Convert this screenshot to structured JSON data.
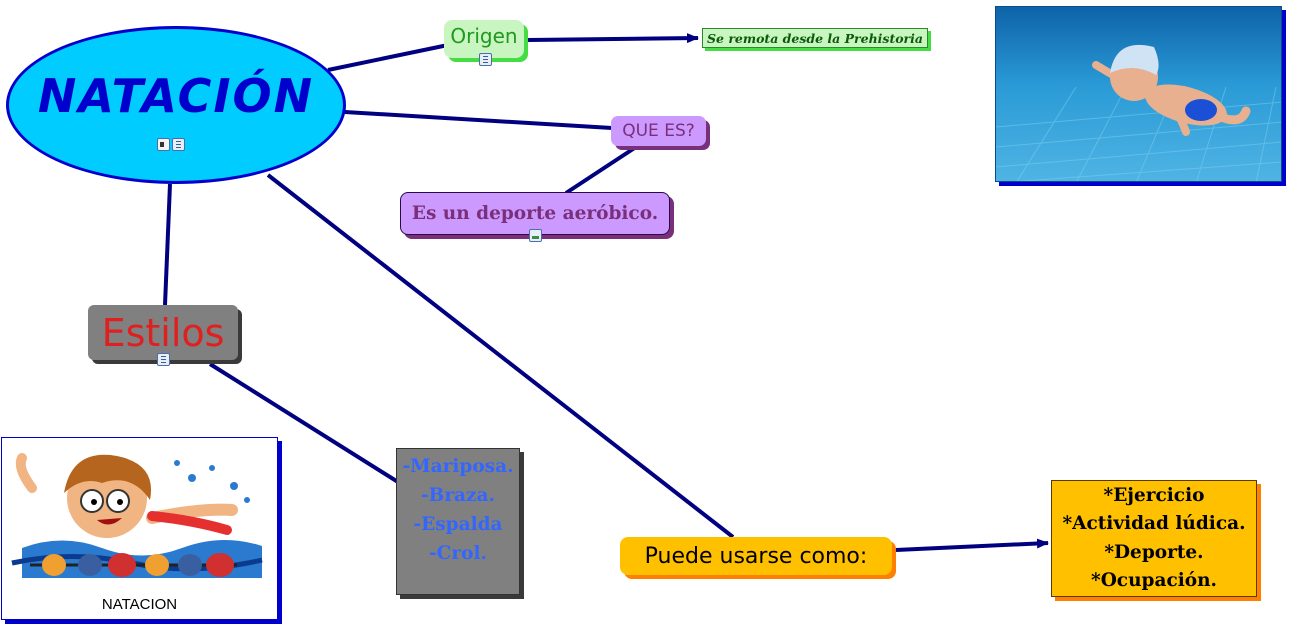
{
  "map": {
    "main": {
      "label": "NATACIÓN"
    },
    "origen": {
      "label": "Origen"
    },
    "origen_desc": {
      "label": "Se remota desde la Prehistoria"
    },
    "que_es": {
      "label": "QUE ES?"
    },
    "deporte": {
      "label": "Es un deporte aeróbico."
    },
    "estilos": {
      "label": "Estilos"
    },
    "estilos_list": {
      "lines": [
        "-Mariposa.",
        "-Braza.",
        "-Espalda",
        "-Crol."
      ]
    },
    "usos": {
      "label": "Puede usarse como:"
    },
    "usos_list": {
      "lines": [
        "*Ejercicio",
        "*Actividad lúdica.",
        "*Deporte.",
        "*Ocupación."
      ]
    },
    "clipart": {
      "caption": "NATACION"
    }
  },
  "colors": {
    "link": "#000080",
    "main_fill": "#00ccff",
    "main_text": "#0000cc",
    "origen_fill": "#c8f5c0",
    "origen_shadow": "#44dd44",
    "que_es_fill": "#cc99ff",
    "que_es_shadow": "#7a2f7a",
    "estilos_fill": "#808080",
    "estilos_text": "#e02020",
    "list_text": "#3366ff",
    "usos_fill": "#ffc000",
    "usos_shadow": "#ff7f00"
  }
}
